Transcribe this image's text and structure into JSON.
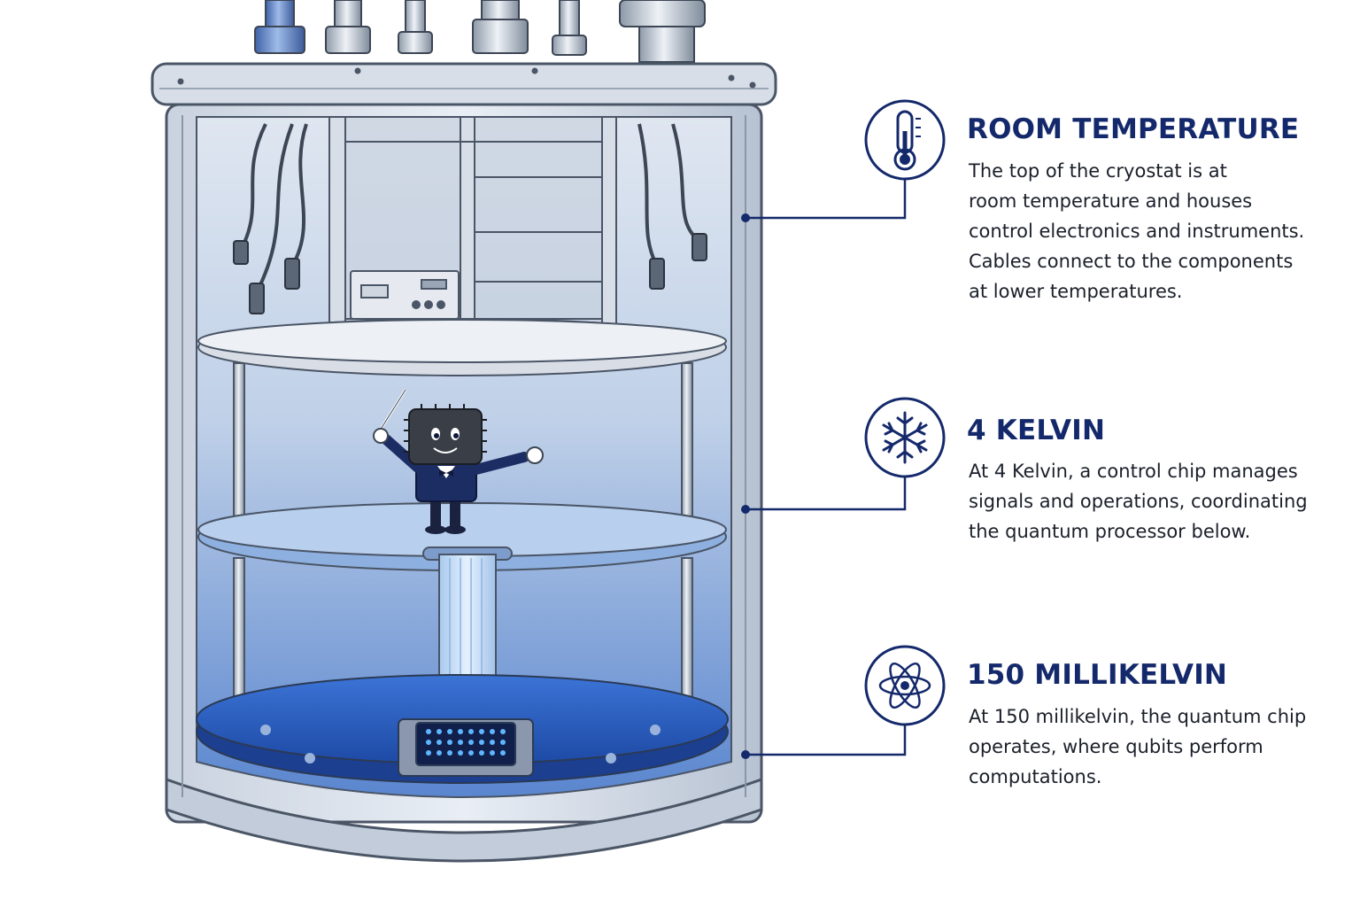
{
  "sections": [
    {
      "id": "room",
      "icon": "thermometer-icon",
      "title": "ROOM TEMPERATURE",
      "lines": [
        "The top of the cryostat is at",
        "room temperature and houses",
        "control electronics and instruments.",
        "Cables connect to the components",
        "at lower temperatures."
      ]
    },
    {
      "id": "four-kelvin",
      "icon": "snowflake-icon",
      "title": "4 KELVIN",
      "lines": [
        "At 4 Kelvin, a control chip manages",
        "signals and operations, coordinating",
        "the quantum processor below."
      ]
    },
    {
      "id": "millikelvin",
      "icon": "atom-icon",
      "title": "150 MILLIKELVIN",
      "lines": [
        "At 150 millikelvin, the quantum chip",
        "operates, where qubits perform",
        "computations."
      ]
    }
  ],
  "colors": {
    "accent": "#14296b",
    "text": "#1b1f2a",
    "metal": "#b9c3d3",
    "stage_glass": "#bcd0ea",
    "cold_plate": "#2f63c8",
    "qubit_glow": "#5fb6ff"
  }
}
